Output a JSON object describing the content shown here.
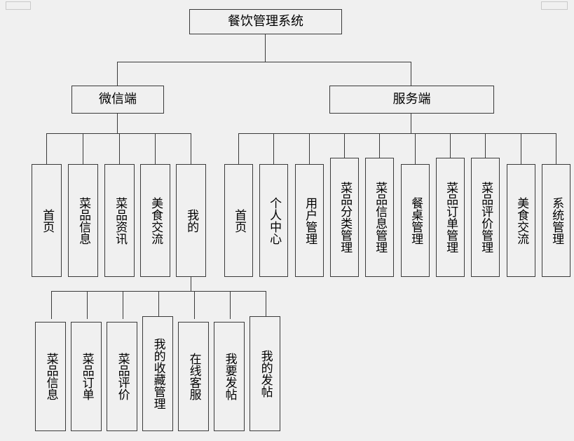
{
  "diagram": {
    "type": "org-chart",
    "title": "餐饮管理系统",
    "background_color": "#f0f0f0",
    "line_color": "#3a3a3a",
    "box_fill": "#f0f0f0",
    "root": {
      "label": "餐饮管理系统"
    },
    "branches": [
      {
        "label": "微信端"
      },
      {
        "label": "服务端"
      }
    ],
    "wechat_children": [
      {
        "label": "首页"
      },
      {
        "label": "菜品信息"
      },
      {
        "label": "菜品资讯"
      },
      {
        "label": "美食交流"
      },
      {
        "label": "我的"
      }
    ],
    "server_children": [
      {
        "label": "首页"
      },
      {
        "label": "个人中心"
      },
      {
        "label": "用户管理"
      },
      {
        "label": "菜品分类管理"
      },
      {
        "label": "菜品信息管理"
      },
      {
        "label": "餐桌管理"
      },
      {
        "label": "菜品订单管理"
      },
      {
        "label": "菜品评价管理"
      },
      {
        "label": "美食交流"
      },
      {
        "label": "系统管理"
      }
    ],
    "mine_children": [
      {
        "label": "菜品信息"
      },
      {
        "label": "菜品订单"
      },
      {
        "label": "菜品评价"
      },
      {
        "label": "我的收藏管理"
      },
      {
        "label": "在线客服"
      },
      {
        "label": "我要发帖"
      },
      {
        "label": "我的发帖"
      }
    ]
  }
}
